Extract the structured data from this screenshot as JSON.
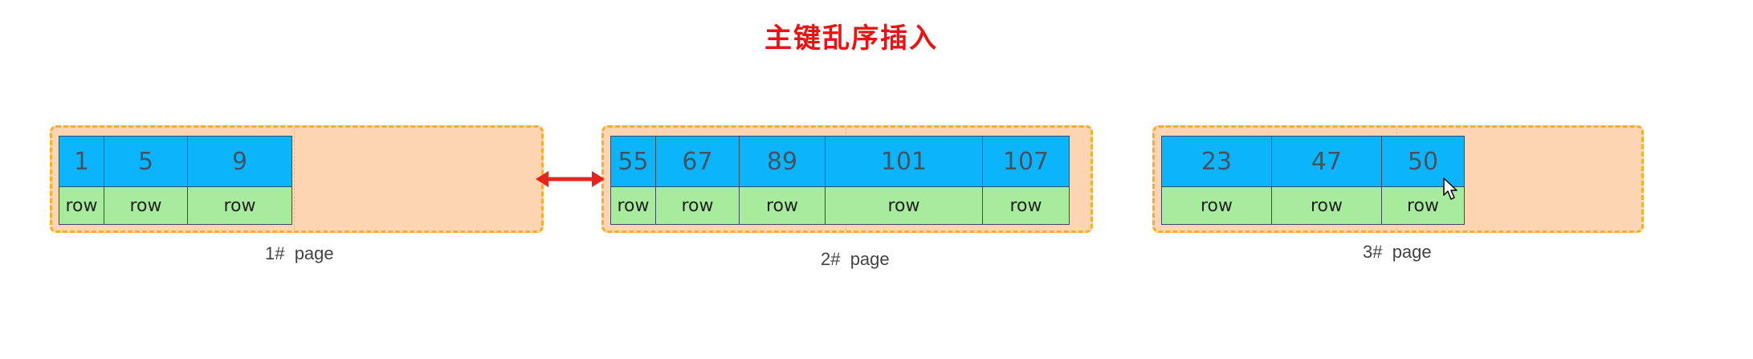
{
  "title": "主键乱序插入",
  "row_label": "row",
  "colors": {
    "page_bg": "#fdd5b2",
    "page_border": "#f6ae2d",
    "key_bg": "#0cb4fb",
    "row_bg": "#a6ec9c",
    "title": "#ee1111",
    "arrow": "#e8231e"
  },
  "pages": [
    {
      "label": "1#  page",
      "keys": [
        "1",
        "5",
        "9"
      ]
    },
    {
      "label": "2#  page",
      "keys": [
        "55",
        "67",
        "89",
        "101",
        "107"
      ]
    },
    {
      "label": "3#  page",
      "keys": [
        "23",
        "47",
        "50"
      ]
    }
  ],
  "connector": {
    "from": "1#  page",
    "to": "2#  page",
    "type": "double-arrow"
  },
  "cursor": "pointer-icon"
}
